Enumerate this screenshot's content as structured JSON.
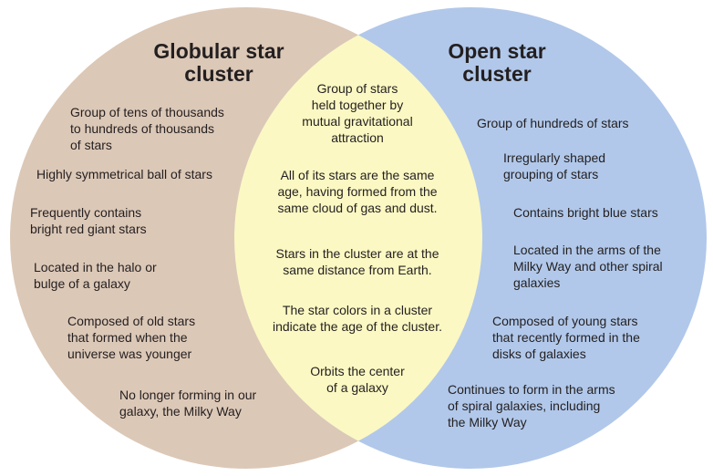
{
  "colors": {
    "left_circle": "#dcc8b7",
    "right_circle": "#b1c8ea",
    "overlap": "#fbf8c3",
    "text": "#231f20"
  },
  "left": {
    "title": "Globular star\ncluster",
    "items": [
      "Group of tens of thousands\nto hundreds of thousands\nof stars",
      "Highly symmetrical ball of stars",
      "Frequently contains\nbright red giant stars",
      "Located in the halo or\nbulge of a galaxy",
      "Composed of old stars\nthat formed when the\nuniverse was younger",
      "No longer forming in our\ngalaxy, the Milky Way"
    ]
  },
  "center": {
    "items": [
      "Group of stars\nheld together by\nmutual gravitational\nattraction",
      "All of its stars are the same\nage, having formed from the\nsame cloud of gas and dust.",
      "Stars in the cluster are at the\nsame distance from Earth.",
      "The star colors in a cluster\nindicate the age of the cluster.",
      "Orbits the center\nof a galaxy"
    ]
  },
  "right": {
    "title": "Open star\ncluster",
    "items": [
      "Group of hundreds of stars",
      "Irregularly shaped\ngrouping of stars",
      "Contains bright blue stars",
      "Located in the arms of the\nMilky Way and other spiral\ngalaxies",
      "Composed of young stars\nthat recently formed in the\ndisks of galaxies",
      "Continues to form in the arms\nof spiral galaxies, including\nthe Milky Way"
    ]
  }
}
